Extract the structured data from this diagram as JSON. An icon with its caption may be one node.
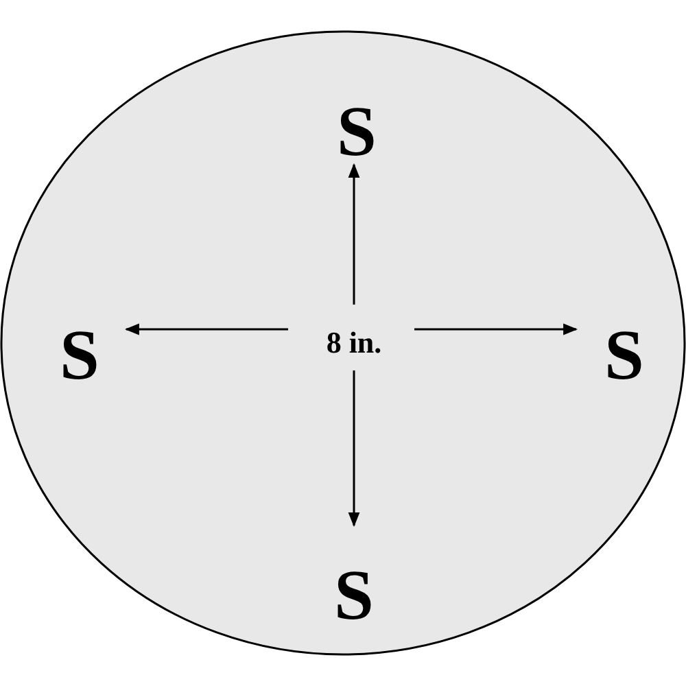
{
  "diagram": {
    "nodes": [
      {
        "text": [
          "S",
          "S",
          "8 in.",
          "S",
          "S"
        ]
      }
    ]
  }
}
